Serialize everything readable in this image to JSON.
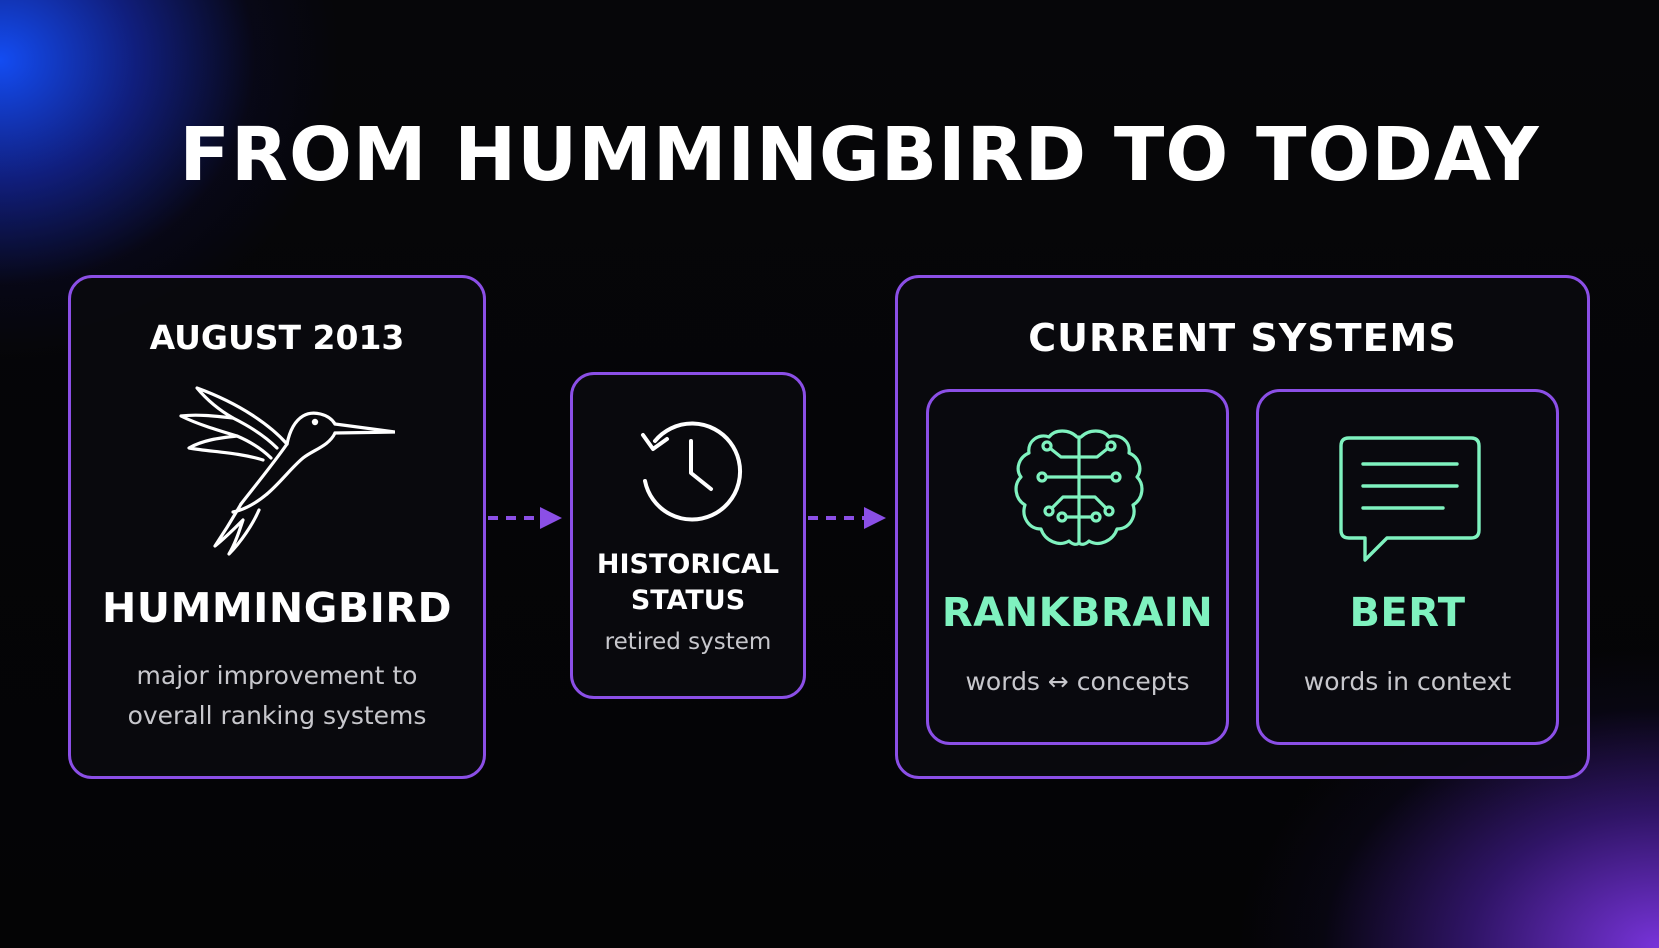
{
  "title": "FROM HUMMINGBIRD TO TODAY",
  "hummingbird": {
    "date": "AUGUST 2013",
    "icon": "hummingbird-icon",
    "name": "HUMMINGBIRD",
    "description": "major improvement to overall ranking systems"
  },
  "historical": {
    "icon": "history-clock-icon",
    "name": "HISTORICAL STATUS",
    "description": "retired system"
  },
  "current": {
    "heading": "CURRENT SYSTEMS",
    "rankbrain": {
      "icon": "brain-circuit-icon",
      "name": "RANKBRAIN",
      "description": "words ↔ concepts"
    },
    "bert": {
      "icon": "chat-bubble-icon",
      "name": "BERT",
      "description": "words in context"
    }
  },
  "colors": {
    "border": "#8b4fe6",
    "accent_green": "#7ff2bf",
    "arrow": "#8b4fe6"
  }
}
